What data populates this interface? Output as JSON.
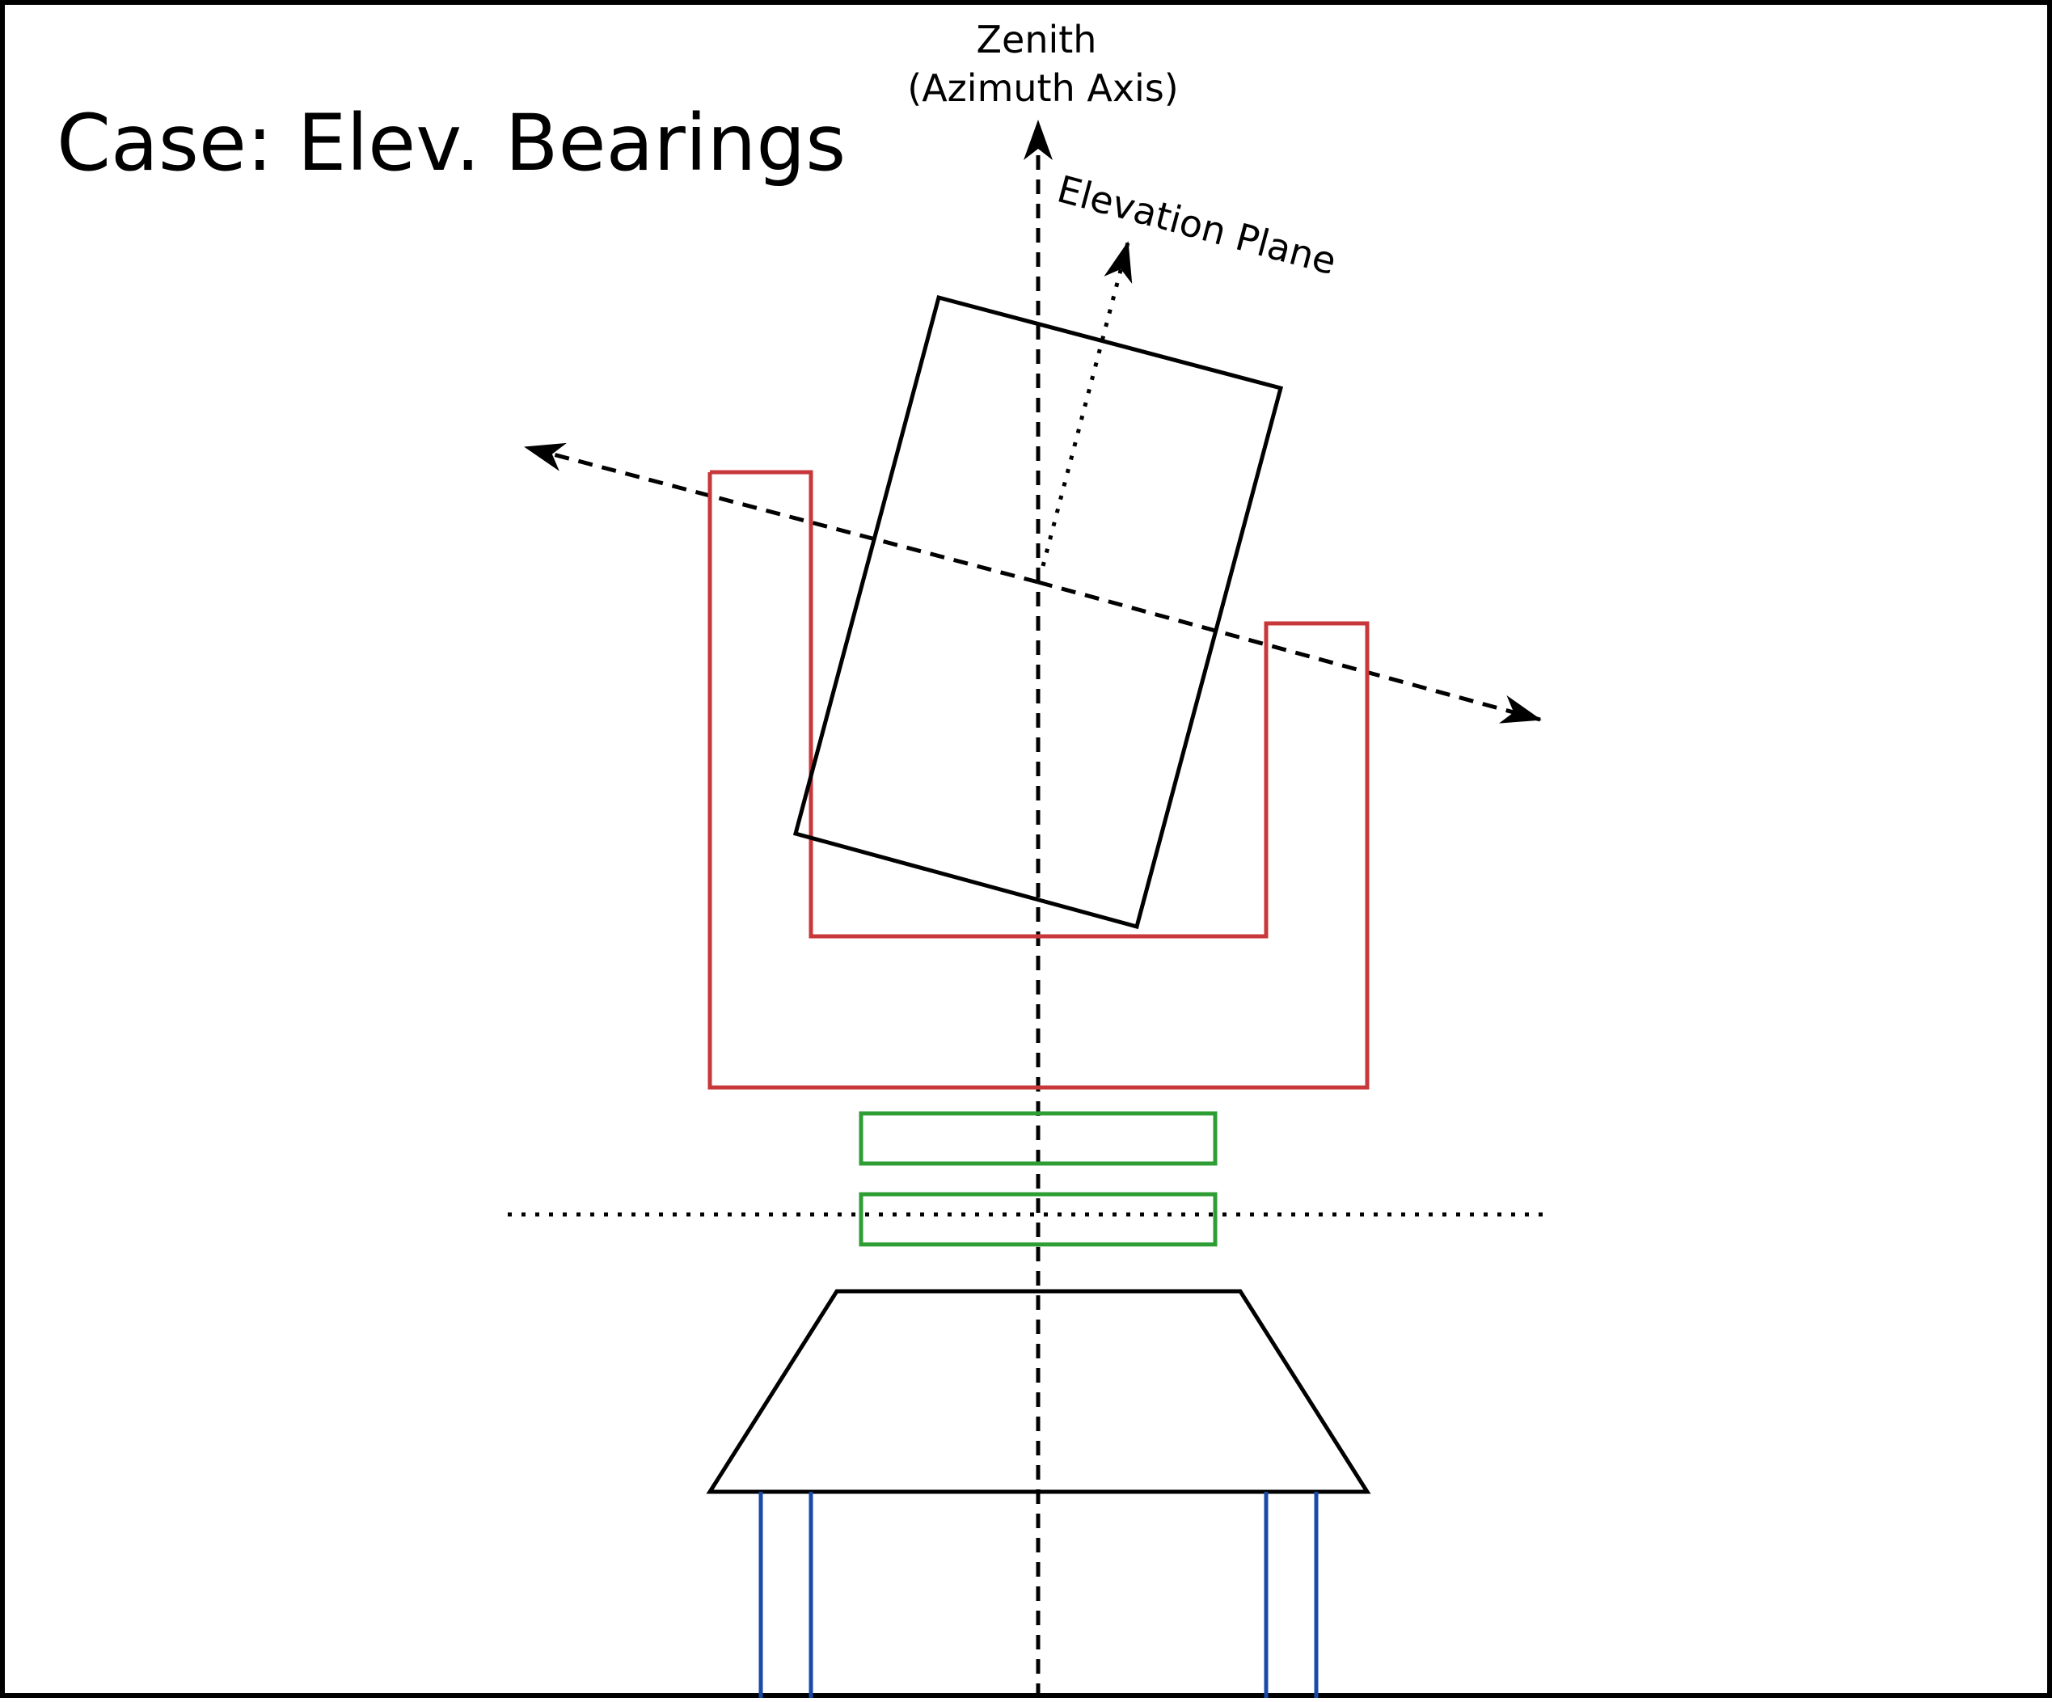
{
  "title": "Case: Elev. Bearings",
  "labels": {
    "zenith_line1": "Zenith",
    "zenith_line2": "(Azimuth Axis)",
    "elevation_plane": "Elevation Plane"
  },
  "colors": {
    "background": "#ffffff",
    "outline": "#000000",
    "fork": "#c8373a",
    "bearings": "#2e9e34",
    "legs": "#1a4aa8"
  }
}
